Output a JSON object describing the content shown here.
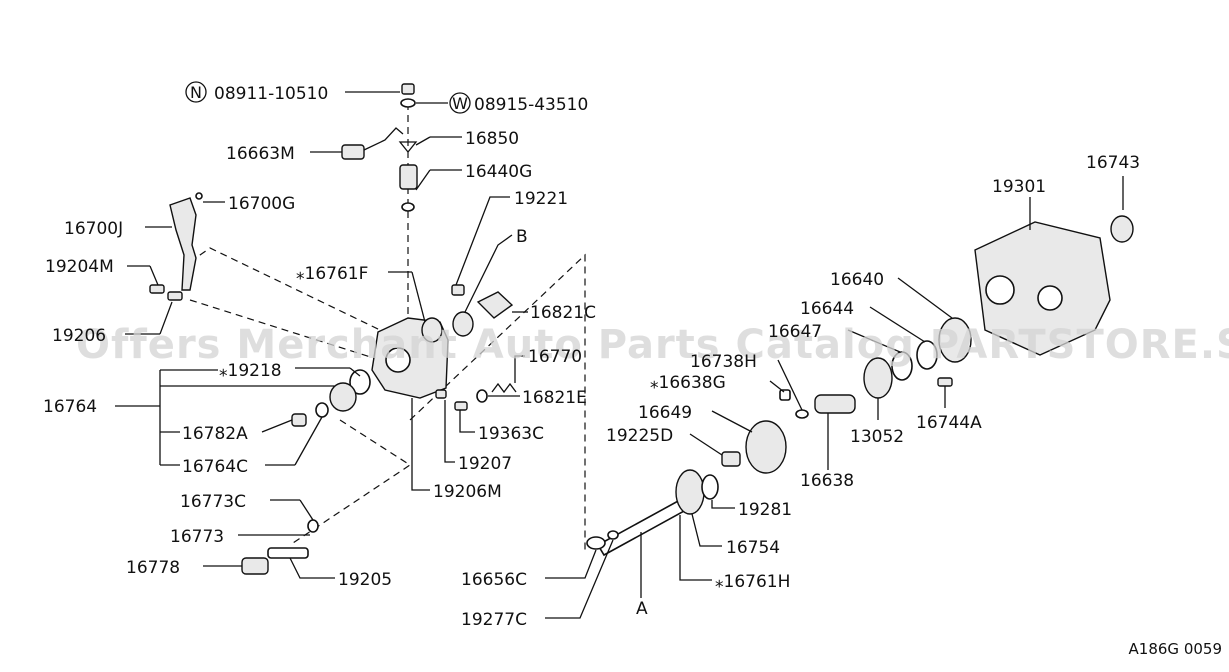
{
  "watermark": "Offers Merchant Auto Parts Catalog PARTSTORE.SA",
  "figure_ref": "A186G 0059",
  "symbols": {
    "n": "N",
    "w": "W"
  },
  "labels": {
    "p08911": "08911-10510",
    "p08915": "08915-43510",
    "p16663m": "16663M",
    "p16850": "16850",
    "p16440g": "16440G",
    "p16700g": "16700G",
    "p16700j": "16700J",
    "p19204m": "19204M",
    "p19206": "19206",
    "p19221": "19221",
    "pB": "B",
    "p16761f": "⁎16761F",
    "p16821c": "16821C",
    "p16770": "16770",
    "p19218": "⁎19218",
    "p16764": "16764",
    "p16782a": "16782A",
    "p16764c": "16764C",
    "p16821e": "16821E",
    "p19363c": "19363C",
    "p19207": "19207",
    "p19206m": "19206M",
    "p16773c": "16773C",
    "p16773": "16773",
    "p16778": "16778",
    "p19205": "19205",
    "p16656c": "16656C",
    "p19277c": "19277C",
    "pA": "A",
    "p16761h": "⁎16761H",
    "p16754": "16754",
    "p19281": "19281",
    "p19225d": "19225D",
    "p16649": "16649",
    "p16638g": "⁎16638G",
    "p16738h": "16738H",
    "p16647": "16647",
    "p16644": "16644",
    "p16640": "16640",
    "p19301": "19301",
    "p16743": "16743",
    "p16638": "16638",
    "p13052": "13052",
    "p16744a": "16744A"
  }
}
